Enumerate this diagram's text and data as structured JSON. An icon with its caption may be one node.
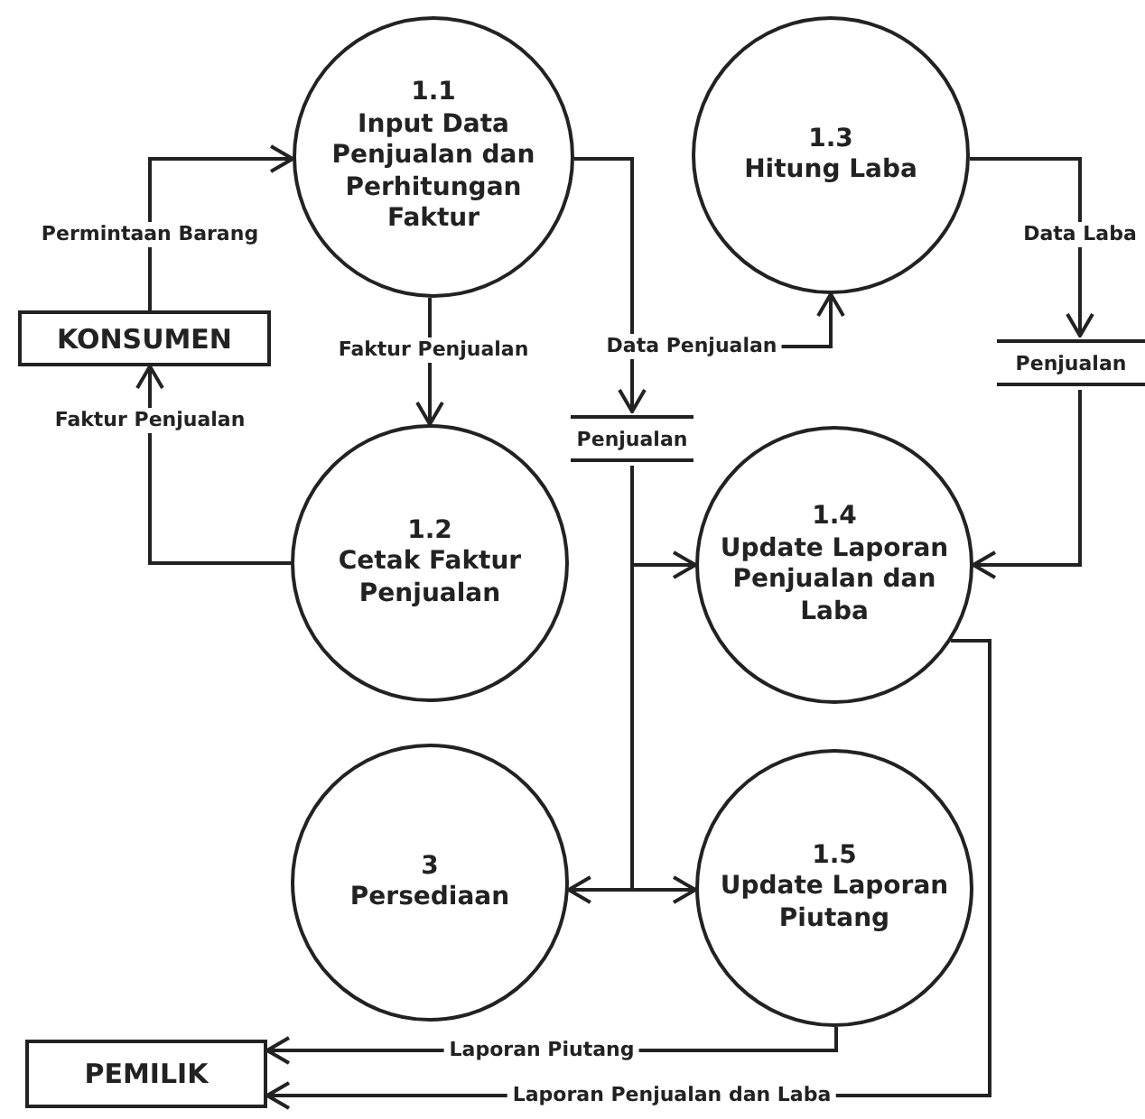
{
  "diagram": {
    "nodes": [
      {
        "text": [
          "1.1",
          "Input Data Penjualan dan Perhitungan Faktur"
        ]
      },
      {
        "text": [
          "1.3",
          "Hitung Laba"
        ]
      },
      {
        "text": [
          "KONSUMEN"
        ]
      },
      {
        "text": [
          "1.2",
          "Cetak Faktur Penjualan"
        ]
      },
      {
        "text": [
          "Penjualan"
        ]
      },
      {
        "text": [
          "Penjualan"
        ]
      },
      {
        "text": [
          "1.4",
          "Update Laporan Penjualan dan Laba"
        ]
      },
      {
        "text": [
          "3",
          "Persediaan"
        ]
      },
      {
        "text": [
          "1.5",
          "Update Laporan Piutang"
        ]
      },
      {
        "text": [
          "PEMILIK"
        ]
      }
    ],
    "edges": [
      {
        "from": 2,
        "to": 0,
        "arrow": "to",
        "label": "Permintaan Barang"
      },
      {
        "from": 0,
        "to": 3,
        "arrow": "to",
        "label": "Faktur Penjualan"
      },
      {
        "from": 3,
        "to": 2,
        "arrow": "to",
        "label": "Faktur Penjualan"
      },
      {
        "from": 0,
        "to": 4,
        "arrow": "to"
      },
      {
        "from": 0,
        "to": 1,
        "arrow": "to",
        "label": "Data Penjualan"
      },
      {
        "from": 1,
        "to": 5,
        "arrow": "to",
        "label": "Data Laba"
      },
      {
        "from": 5,
        "to": 6,
        "arrow": "to"
      },
      {
        "from": 4,
        "to": 6,
        "arrow": "to"
      },
      {
        "from": 4,
        "to": 7,
        "arrow": "to"
      },
      {
        "from": 4,
        "to": 8,
        "arrow": "to"
      },
      {
        "from": 8,
        "to": 9,
        "arrow": "to",
        "label": "Laporan Piutang"
      },
      {
        "from": 6,
        "to": 9,
        "arrow": "to",
        "label": "Laporan Penjualan dan Laba"
      }
    ]
  }
}
